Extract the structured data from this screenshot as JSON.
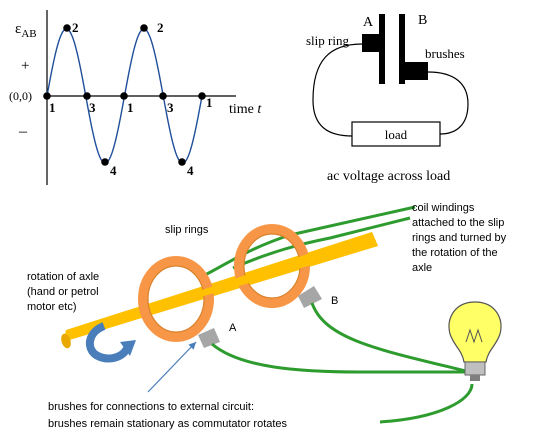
{
  "graph": {
    "y_label_main": "ε",
    "y_label_sub": "AB",
    "plus": "+",
    "minus": "–",
    "origin": "(0,0)",
    "x_label": "time ",
    "x_label_var": "t",
    "point_labels": {
      "p1a": "1",
      "p2a": "2",
      "p3a": "3",
      "p4a": "4",
      "p1b": "1",
      "p2b": "2",
      "p3b": "3",
      "p4b": "4",
      "p1c": "1"
    }
  },
  "circuit": {
    "label_a": "A",
    "label_b": "B",
    "slip_ring": "slip ring",
    "brushes": "brushes",
    "load": "load",
    "caption": "ac voltage across load"
  },
  "generator": {
    "slip_rings": "slip rings",
    "coil_windings": [
      "coil windings",
      "attached to the slip",
      "rings and turned by",
      "the rotation of the",
      "axle"
    ],
    "rotation_of_axle": [
      "rotation of axle",
      "(hand or petrol",
      "motor etc)"
    ],
    "label_a": "A",
    "label_b": "B",
    "brushes_note": [
      "brushes for connections to external circuit:",
      "brushes remain stationary as commutator rotates"
    ]
  },
  "colors": {
    "axle": "#FFC000",
    "ring": "#F79646",
    "ring_edge": "#D9822B",
    "wire": "#2E9B2E",
    "bulb": "#FFFF66",
    "brush": "#A6A6A6",
    "arrow_blue": "#4A7EBB"
  }
}
